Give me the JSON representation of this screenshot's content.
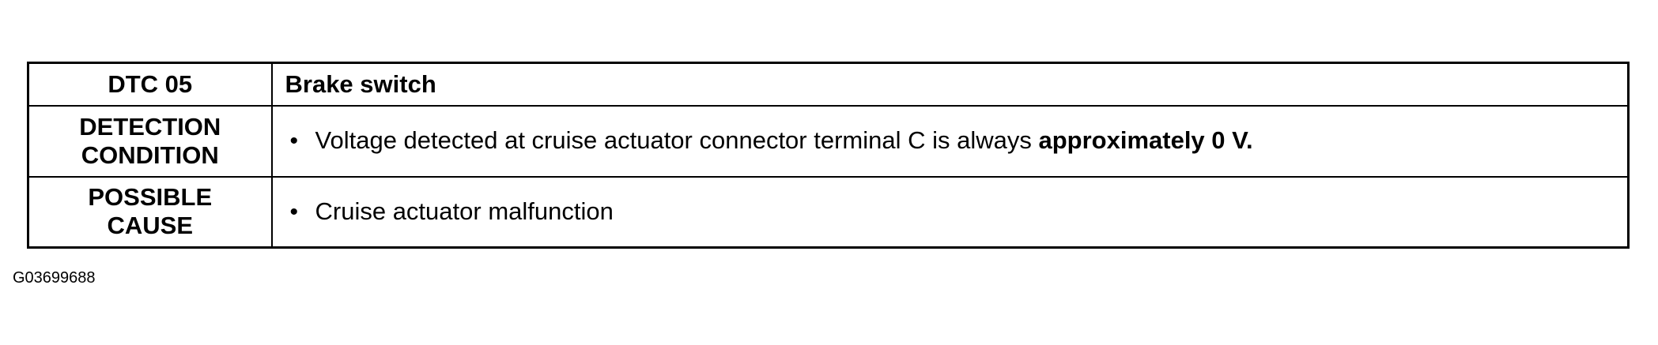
{
  "table": {
    "header": {
      "code": "DTC 05",
      "title": "Brake switch"
    },
    "detection": {
      "label_line1": "DETECTION",
      "label_line2": "CONDITION",
      "bullet": "•",
      "text_prefix": "Voltage detected at cruise actuator connector terminal C is always ",
      "text_bold": "approximately 0 V",
      "text_suffix": "."
    },
    "cause": {
      "label_line1": "POSSIBLE",
      "label_line2": "CAUSE",
      "bullet": "•",
      "text": "Cruise actuator malfunction"
    }
  },
  "figure_code": "G03699688"
}
